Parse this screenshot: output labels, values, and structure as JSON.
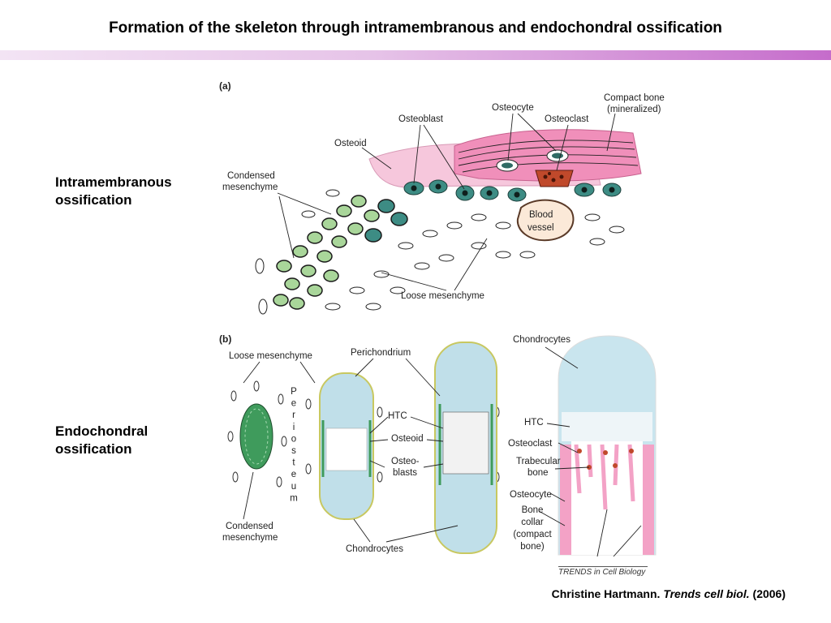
{
  "title": "Formation of the skeleton through intramembranous and endochondral ossification",
  "left_labels": {
    "intramembranous": "Intramembranous\nossification",
    "endochondral": "Endochondral\nossification"
  },
  "panel_a": {
    "tag": "(a)",
    "labels": {
      "osteoid": "Osteoid",
      "osteoblast": "Osteoblast",
      "osteocyte": "Osteocyte",
      "osteoclast": "Osteoclast",
      "compact_bone_1": "Compact bone",
      "compact_bone_2": "(mineralized)",
      "condensed_1": "Condensed",
      "condensed_2": "mesenchyme",
      "blood_1": "Blood",
      "blood_2": "vessel",
      "loose": "Loose mesenchyme"
    }
  },
  "panel_b": {
    "tag": "(b)",
    "labels": {
      "loose": "Loose mesenchyme",
      "perichondrium": "Perichondrium",
      "chondrocytes_top": "Chondrocytes",
      "periosteum": [
        "P",
        "e",
        "r",
        "i",
        "o",
        "s",
        "t",
        "e",
        "u",
        "m"
      ],
      "htc_mid": "HTC",
      "osteoid": "Osteoid",
      "osteo_1": "Osteo-",
      "osteo_2": "blasts",
      "htc_right": "HTC",
      "osteoclast": "Osteoclast",
      "trabecular_1": "Trabecular",
      "trabecular_2": "bone",
      "osteocyte": "Osteocyte",
      "bone_collar": [
        "Bone",
        "collar",
        "(compact",
        "bone)"
      ],
      "condensed_1": "Condensed",
      "condensed_2": "mesenchyme",
      "chondrocytes_bottom": "Chondrocytes"
    }
  },
  "source": "TRENDS in Cell Biology",
  "citation": {
    "author": "Christine Hartmann. ",
    "journal": "Trends cell biol.",
    "year": " (2006)"
  },
  "colors": {
    "accent_bar": "#c56ccb",
    "osteoid_pink": "#f6bfd8",
    "compact_bone": "#f28fbd",
    "osteoblast_teal": "#3d8c84",
    "condensed_green": "#a7d39a",
    "cartilage_blue": "#bfe0ea",
    "osteoclast_red": "#c0492b"
  }
}
